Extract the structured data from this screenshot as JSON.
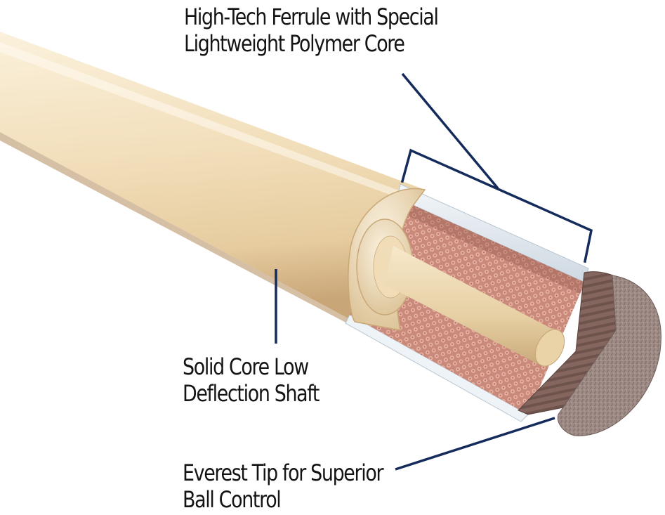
{
  "callouts": {
    "ferrule": {
      "line1": "High-Tech Ferrule with Special",
      "line2": "Lightweight Polymer Core"
    },
    "shaft": {
      "line1": "Solid Core Low",
      "line2": "Deflection Shaft"
    },
    "tip": {
      "line1": "Everest Tip for Superior",
      "line2": "Ball Control"
    }
  },
  "colors": {
    "shaft": "#f4e3c2",
    "shaft_shadow": "#d8b98a",
    "ferrule_shell": "#e6eef4",
    "polymer_core": "#d49a8c",
    "tip_leather": "#8a6a62",
    "tip_face": "#a08a84",
    "leader_line": "#152b5c",
    "text": "#141414"
  }
}
